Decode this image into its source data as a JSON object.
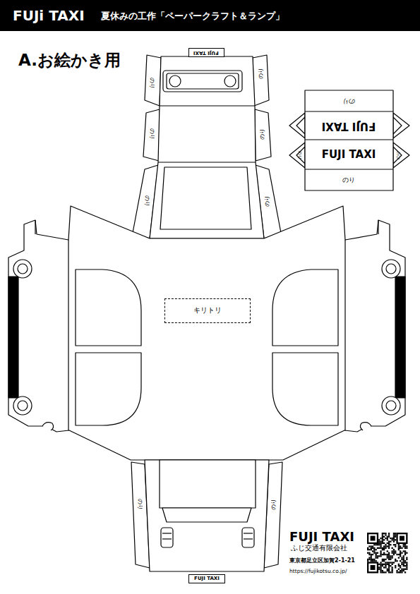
{
  "diagram": {
    "title": "A.お絵かき用",
    "nodes": [
      {
        "text": [
          "FUJi TAXI",
          "夏休みの工作「ペーパークラフト＆ランプ」"
        ]
      },
      {
        "text": [
          "FUJI TAXI"
        ]
      },
      {
        "text": [
          "キリトリ"
        ]
      },
      {
        "text": [
          "FUJI TAXI"
        ]
      }
    ],
    "labels": [
      "のり",
      "のり",
      "のり",
      "FUJI TAXI",
      "のり",
      "のり",
      "のり",
      "FUJI TAXI",
      "のり",
      "のり",
      "のり",
      "のり",
      "のり",
      "のり",
      "FUJI TAXI",
      "ふじ交通有限会社",
      "東京都足立区加賀2-1-21",
      "https://fujikotsu.co.jp/"
    ]
  }
}
